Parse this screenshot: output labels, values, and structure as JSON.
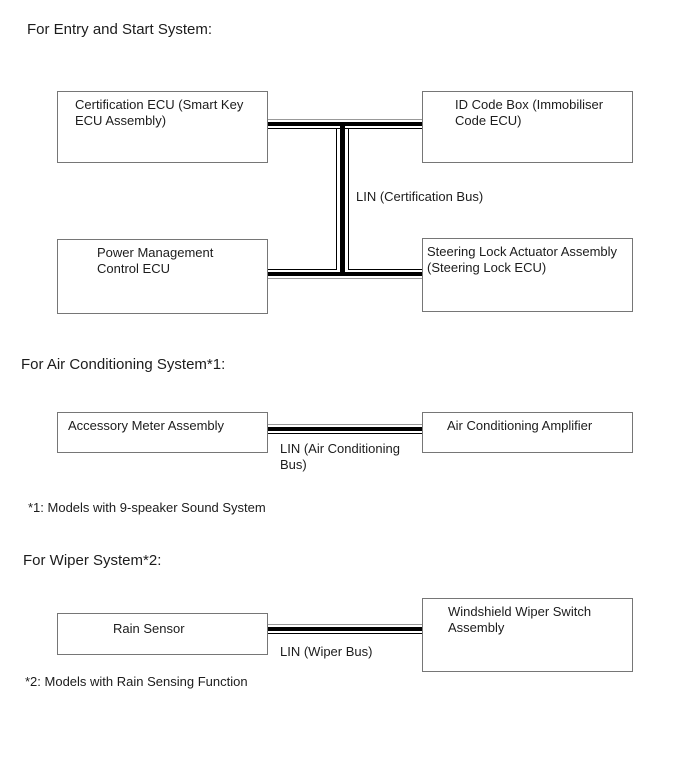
{
  "sections": [
    {
      "heading": "For Entry and Start System:",
      "bus_label": {
        "lines": [
          "LIN (Certification Bus)"
        ]
      },
      "boxes": [
        {
          "lines": [
            "Certification ECU (Smart Key",
            "ECU Assembly)"
          ]
        },
        {
          "lines": [
            "ID Code Box (Immobiliser",
            "Code ECU)"
          ]
        },
        {
          "lines": [
            "Power Management",
            "Control ECU"
          ]
        },
        {
          "lines": [
            "Steering Lock Actuator Assembly",
            "(Steering Lock ECU)"
          ]
        }
      ]
    },
    {
      "heading": "For Air Conditioning System*1:",
      "bus_label": {
        "lines": [
          "LIN (Air Conditioning",
          "Bus)"
        ]
      },
      "boxes": [
        {
          "lines": [
            "Accessory Meter Assembly"
          ]
        },
        {
          "lines": [
            "Air Conditioning Amplifier"
          ]
        }
      ],
      "footnote": "*1: Models with 9-speaker Sound System"
    },
    {
      "heading": "For Wiper System*2:",
      "bus_label": {
        "lines": [
          "LIN (Wiper Bus)"
        ]
      },
      "boxes": [
        {
          "lines": [
            "Rain Sensor"
          ]
        },
        {
          "lines": [
            "Windshield Wiper Switch",
            "Assembly"
          ]
        }
      ],
      "footnote": "*2: Models with Rain Sensing Function"
    }
  ],
  "colors": {
    "background": "#ffffff",
    "box_border": "#767676",
    "bus_line": "#000000",
    "bus_shadow": "#999999",
    "text": "#1c1c1c"
  }
}
